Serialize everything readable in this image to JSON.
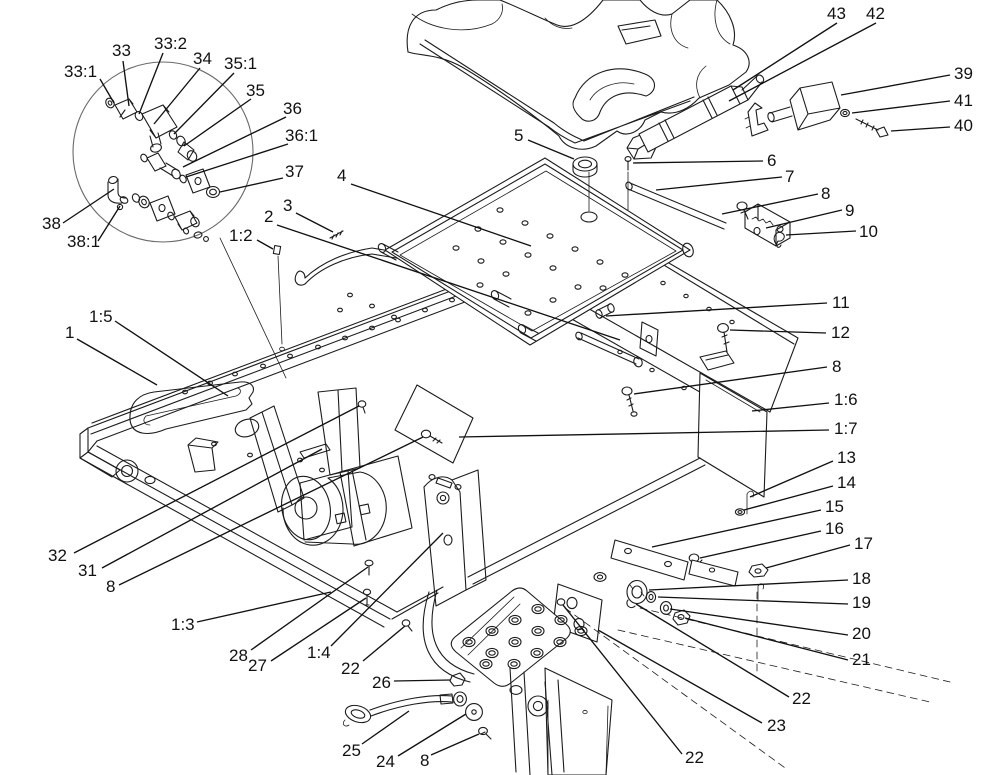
{
  "callouts": [
    {
      "id": "33:1",
      "label": "33:1"
    },
    {
      "id": "33",
      "label": "33"
    },
    {
      "id": "33:2",
      "label": "33:2"
    },
    {
      "id": "34",
      "label": "34"
    },
    {
      "id": "35:1",
      "label": "35:1"
    },
    {
      "id": "35",
      "label": "35"
    },
    {
      "id": "36",
      "label": "36"
    },
    {
      "id": "36:1",
      "label": "36:1"
    },
    {
      "id": "37",
      "label": "37"
    },
    {
      "id": "38",
      "label": "38"
    },
    {
      "id": "38:1",
      "label": "38:1"
    },
    {
      "id": "5",
      "label": "5"
    },
    {
      "id": "43",
      "label": "43"
    },
    {
      "id": "42",
      "label": "42"
    },
    {
      "id": "39",
      "label": "39"
    },
    {
      "id": "41",
      "label": "41"
    },
    {
      "id": "40",
      "label": "40"
    },
    {
      "id": "6",
      "label": "6"
    },
    {
      "id": "7",
      "label": "7"
    },
    {
      "id": "8-top",
      "label": "8"
    },
    {
      "id": "9",
      "label": "9"
    },
    {
      "id": "10",
      "label": "10"
    },
    {
      "id": "4",
      "label": "4"
    },
    {
      "id": "3",
      "label": "3"
    },
    {
      "id": "2",
      "label": "2"
    },
    {
      "id": "1:2",
      "label": "1:2"
    },
    {
      "id": "1",
      "label": "1"
    },
    {
      "id": "1:5",
      "label": "1:5"
    },
    {
      "id": "11",
      "label": "11"
    },
    {
      "id": "12",
      "label": "12"
    },
    {
      "id": "8-right",
      "label": "8"
    },
    {
      "id": "1:6",
      "label": "1:6"
    },
    {
      "id": "1:7",
      "label": "1:7"
    },
    {
      "id": "13",
      "label": "13"
    },
    {
      "id": "14",
      "label": "14"
    },
    {
      "id": "15",
      "label": "15"
    },
    {
      "id": "16",
      "label": "16"
    },
    {
      "id": "17",
      "label": "17"
    },
    {
      "id": "18",
      "label": "18"
    },
    {
      "id": "19",
      "label": "19"
    },
    {
      "id": "20",
      "label": "20"
    },
    {
      "id": "21",
      "label": "21"
    },
    {
      "id": "22-right",
      "label": "22"
    },
    {
      "id": "23",
      "label": "23"
    },
    {
      "id": "22-bottom",
      "label": "22"
    },
    {
      "id": "32",
      "label": "32"
    },
    {
      "id": "31",
      "label": "31"
    },
    {
      "id": "8-left",
      "label": "8"
    },
    {
      "id": "1:3",
      "label": "1:3"
    },
    {
      "id": "28",
      "label": "28"
    },
    {
      "id": "27",
      "label": "27"
    },
    {
      "id": "1:4",
      "label": "1:4"
    },
    {
      "id": "22-left",
      "label": "22"
    },
    {
      "id": "26",
      "label": "26"
    },
    {
      "id": "25",
      "label": "25"
    },
    {
      "id": "24",
      "label": "24"
    },
    {
      "id": "8-bottom",
      "label": "8"
    }
  ]
}
